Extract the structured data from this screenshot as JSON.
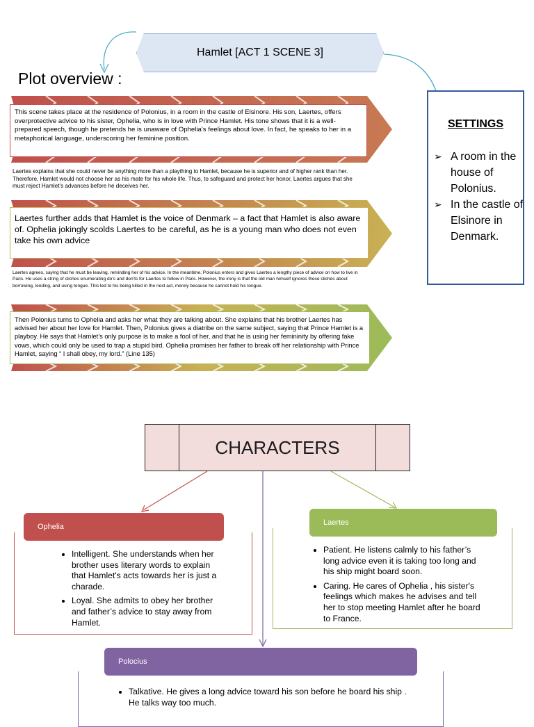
{
  "document": {
    "title": "Hamlet [ACT 1 SCENE 3]",
    "plot_heading": "Plot overview :",
    "plot_paragraphs": [
      "This scene takes place at the residence of Polonius, in a room in the castle of Elsinore. His son, Laertes, offers overprotective advice to his sister, Ophelia, who is in love with Prince Hamlet. His tone shows that it is a well-prepared speech, though he pretends he is unaware of Ophelia’s feelings about love. In fact, he speaks to her in a metaphorical language, underscoring her feminine position.",
      "Laertes explains that she could never be anything more than a plaything to Hamlet, because he is superior and of higher rank than her. Therefore, Hamlet would not choose her as his mate for his whole life. Thus, to safeguard and protect her honor, Laertes argues that she must reject Hamlet’s advances before he deceives her.",
      "Laertes further adds that Hamlet is the voice of Denmark – a fact that Hamlet is also aware of. Ophelia jokingly scolds Laertes to be careful, as he is a young man who does not even take his own advice",
      "Laertes agrees, saying that he must be leaving, reminding her of his advice. In the meantime, Polonius enters and gives Laertes a lengthy piece of advice on how to live in Paris. He uses a string of cliches enumerating do’s and don’ts for Laertes to follow in Paris. However, the irony is that the old man himself ignores these clichés about borrowing, lending, and using tongue. This led to his being killed in the next act, merely because he cannot hold his tongue.",
      "Then Polonius turns to Ophelia and asks her what they are talking about. She explains that his brother Laertes has advised her about her love for Hamlet. Then, Polonius gives a diatribe on the same subject, saying that Prince Hamlet is a playboy. He says that Hamlet’s only purpose is to make a fool of her, and that he is using her femininity by offering fake vows, which could only be used to trap a stupid bird. Ophelia promises her father to break off her relationship with Prince Hamlet, saying “ I shall obey, my lord.” (Line 135)"
    ],
    "settings": {
      "title": "SETTINGS",
      "items": [
        "A room in the house of Polonius.",
        "In the castle of Elsinore in Denmark."
      ]
    },
    "characters": {
      "heading": "CHARACTERS",
      "ophelia": {
        "name": "Ophelia",
        "traits": [
          "Intelligent. She understands when her brother uses literary words to explain that Hamlet's acts towards her is just a charade.",
          "Loyal. She admits to obey her brother and father’s advice to stay away from Hamlet."
        ]
      },
      "laertes": {
        "name": "Laertes",
        "traits": [
          "Patient. He listens calmly to his father’s long advice even it is taking too long and his ship might board soon.",
          "Caring. He cares of Ophelia , his sister's feelings which makes he advises and tell her to stop meeting Hamlet after he board to France."
        ]
      },
      "polocius": {
        "name": "Polocius",
        "traits": [
          "Talkative. He gives a long advice toward his son before he board his ship . He talks way too much."
        ]
      }
    }
  },
  "colors": {
    "red": "#c0504d",
    "gold": "#c9b154",
    "green": "#9bbb59",
    "purple": "#8064a2",
    "blue": "#33589a"
  }
}
